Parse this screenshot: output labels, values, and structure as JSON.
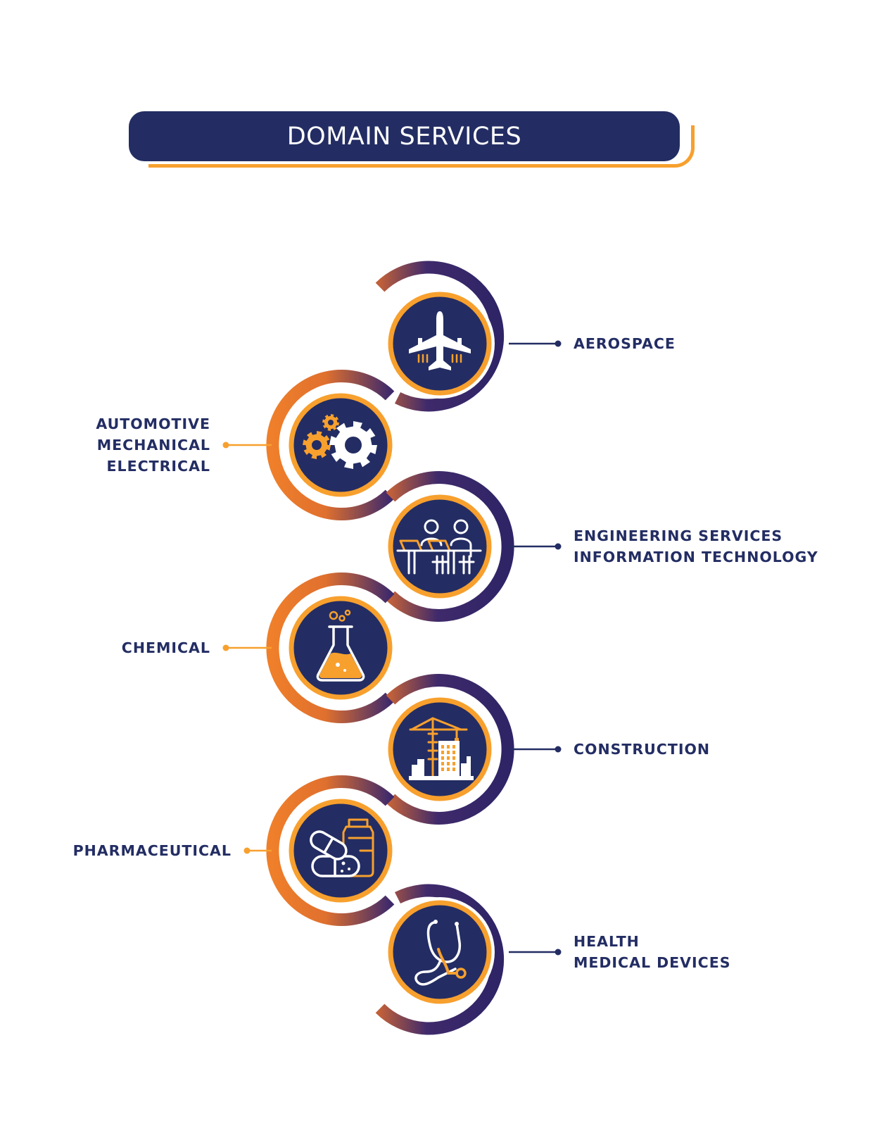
{
  "title": "DOMAIN SERVICES",
  "colors": {
    "navy": "#232d63",
    "orange": "#f7a02e",
    "gradient_orange": "#ef7f2a",
    "gradient_purple": "#3f2a6b",
    "white": "#ffffff"
  },
  "domains": [
    {
      "icon": "airplane-icon",
      "side": "right",
      "lines": [
        "AEROSPACE"
      ]
    },
    {
      "icon": "gears-icon",
      "side": "left",
      "lines": [
        "AUTOMOTIVE",
        "MECHANICAL",
        "ELECTRICAL"
      ]
    },
    {
      "icon": "people-laptops-icon",
      "side": "right",
      "lines": [
        "ENGINEERING SERVICES",
        "INFORMATION TECHNOLOGY"
      ]
    },
    {
      "icon": "flask-icon",
      "side": "left",
      "lines": [
        "CHEMICAL"
      ]
    },
    {
      "icon": "crane-building-icon",
      "side": "right",
      "lines": [
        "CONSTRUCTION"
      ]
    },
    {
      "icon": "pills-bottle-icon",
      "side": "left",
      "lines": [
        "PHARMACEUTICAL"
      ]
    },
    {
      "icon": "stethoscope-icon",
      "side": "right",
      "lines": [
        "HEALTH",
        "MEDICAL DEVICES"
      ]
    }
  ]
}
